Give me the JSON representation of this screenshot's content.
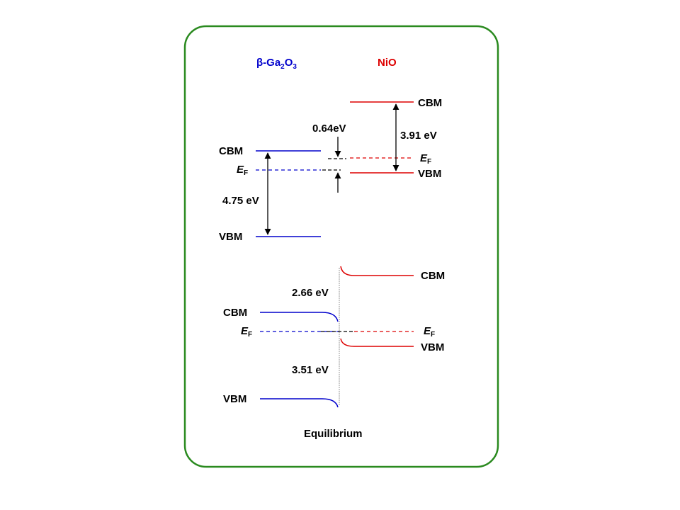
{
  "panel": {
    "border_color": "#2a8a1f"
  },
  "colors": {
    "ga2o3": "#0000cc",
    "nio": "#dd0000",
    "neutral": "#000000",
    "interface": "#9a9a9a"
  },
  "top": {
    "ga2o3_title": {
      "base": "β-Ga",
      "sub1": "2",
      "mid": "O",
      "sub2": "3"
    },
    "nio_title": "NiO",
    "ga2o3": {
      "cbm": "CBM",
      "ef": "E",
      "ef_sub": "F",
      "vbm": "VBM",
      "gap": "4.75 eV"
    },
    "nio": {
      "cbm": "CBM",
      "ef": "E",
      "ef_sub": "F",
      "vbm": "VBM",
      "gap": "3.91 eV"
    },
    "offset": "0.64eV"
  },
  "bottom": {
    "ga2o3": {
      "cbm": "CBM",
      "ef": "E",
      "ef_sub": "F",
      "vbm": "VBM"
    },
    "nio": {
      "cbm": "CBM",
      "ef": "E",
      "ef_sub": "F",
      "vbm": "VBM"
    },
    "conduction_offset": "2.66 eV",
    "valence_offset": "3.51 eV",
    "caption": "Equilibrium"
  }
}
